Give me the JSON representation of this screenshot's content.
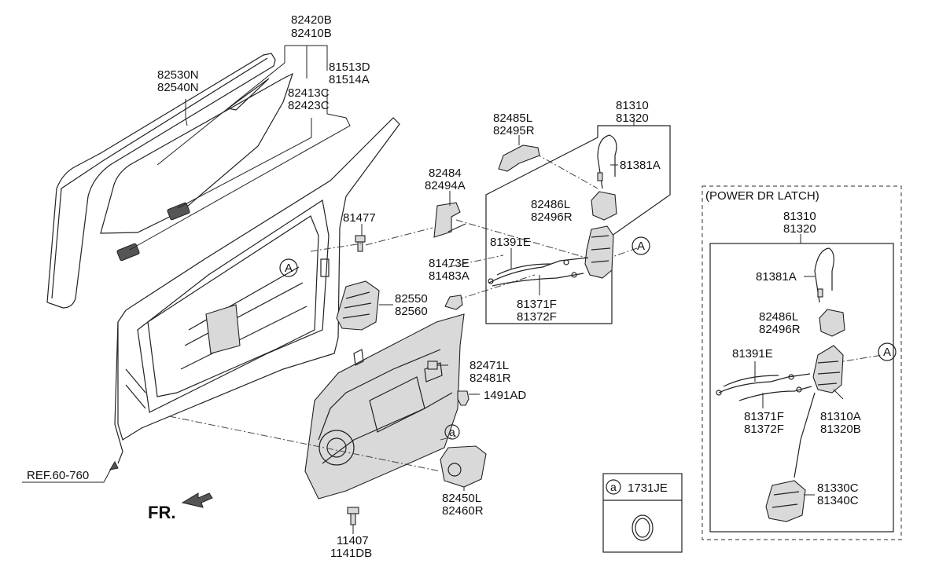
{
  "labels": {
    "p82420b": "82420B",
    "p82410b": "82410B",
    "p82530n": "82530N",
    "p82540n": "82540N",
    "p82413c": "82413C",
    "p82423c": "82423C",
    "p81513d": "81513D",
    "p81514a": "81514A",
    "p81477": "81477",
    "p82550": "82550",
    "p82560": "82560",
    "p82485l": "82485L",
    "p82495r": "82495R",
    "p82484": "82484",
    "p82494a": "82494A",
    "p81473e": "81473E",
    "p81483a": "81483A",
    "p81310": "81310",
    "p81320": "81320",
    "p81381a": "81381A",
    "p82486l": "82486L",
    "p82496r": "82496R",
    "p81391e": "81391E",
    "p81371f": "81371F",
    "p81372f": "81372F",
    "p82471l": "82471L",
    "p82481r": "82481R",
    "p1491ad": "1491AD",
    "p82450l": "82450L",
    "p82460r": "82460R",
    "p11407": "11407",
    "p1141db": "1141DB",
    "ref": "REF.60-760",
    "fr": "FR.",
    "ref_a": "A",
    "ref_a_small": "a",
    "legend_code": "1731JE",
    "power_title": "(POWER DR LATCH)",
    "pw81310": "81310",
    "pw81320": "81320",
    "pw81381a": "81381A",
    "pw82486l": "82486L",
    "pw82496r": "82496R",
    "pw81391e": "81391E",
    "pw81371f": "81371F",
    "pw81372f": "81372F",
    "pw81310a": "81310A",
    "pw81320b": "81320B",
    "pw81330c": "81330C",
    "pw81340c": "81340C"
  }
}
